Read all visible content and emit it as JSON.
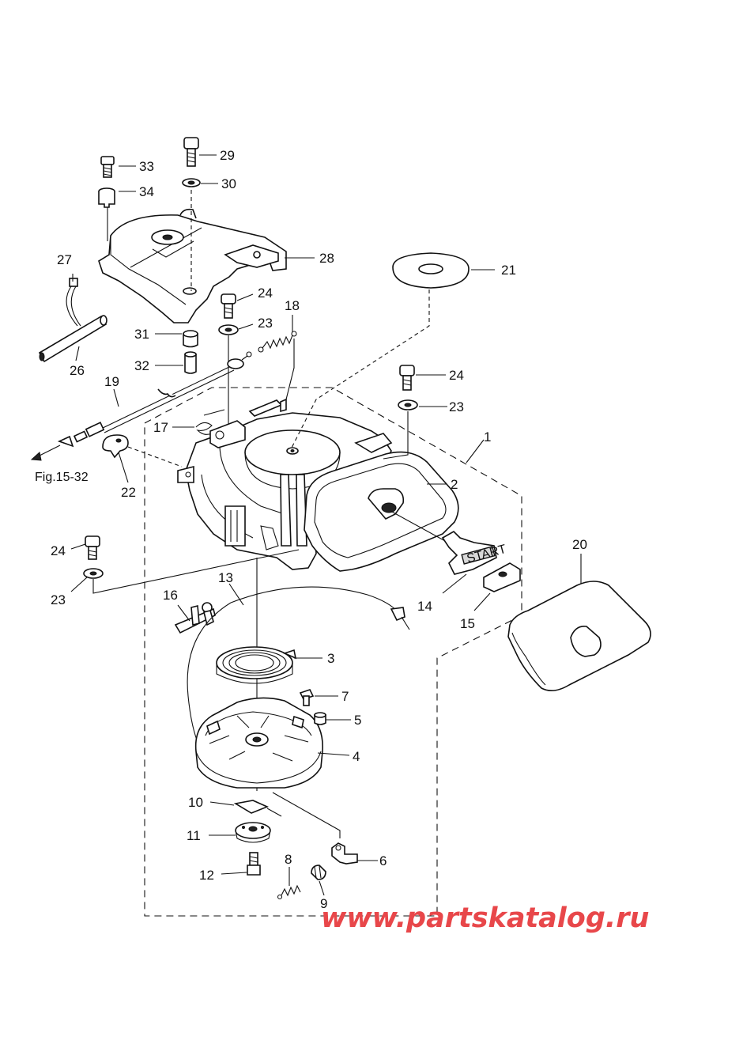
{
  "diagram": {
    "figure_ref": "Fig.15-32",
    "watermark": "www.partskatalog.ru",
    "callouts": {
      "c1": "1",
      "c2": "2",
      "c3": "3",
      "c4": "4",
      "c5": "5",
      "c6": "6",
      "c7": "7",
      "c8": "8",
      "c9": "9",
      "c10": "10",
      "c11": "11",
      "c12": "12",
      "c13": "13",
      "c14": "14",
      "c15": "15",
      "c16": "16",
      "c17": "17",
      "c18": "18",
      "c19": "19",
      "c20": "20",
      "c21": "21",
      "c22": "22",
      "c23a": "23",
      "c23b": "23",
      "c23c": "23",
      "c24a": "24",
      "c24b": "24",
      "c24c": "24",
      "c26": "26",
      "c27": "27",
      "c28": "28",
      "c29": "29",
      "c30": "30",
      "c31": "31",
      "c32": "32",
      "c33": "33",
      "c34": "34"
    },
    "handle_text": "START",
    "colors": {
      "line": "#111111",
      "watermark": "#e8474a",
      "shade": "#d8d8d8"
    }
  }
}
